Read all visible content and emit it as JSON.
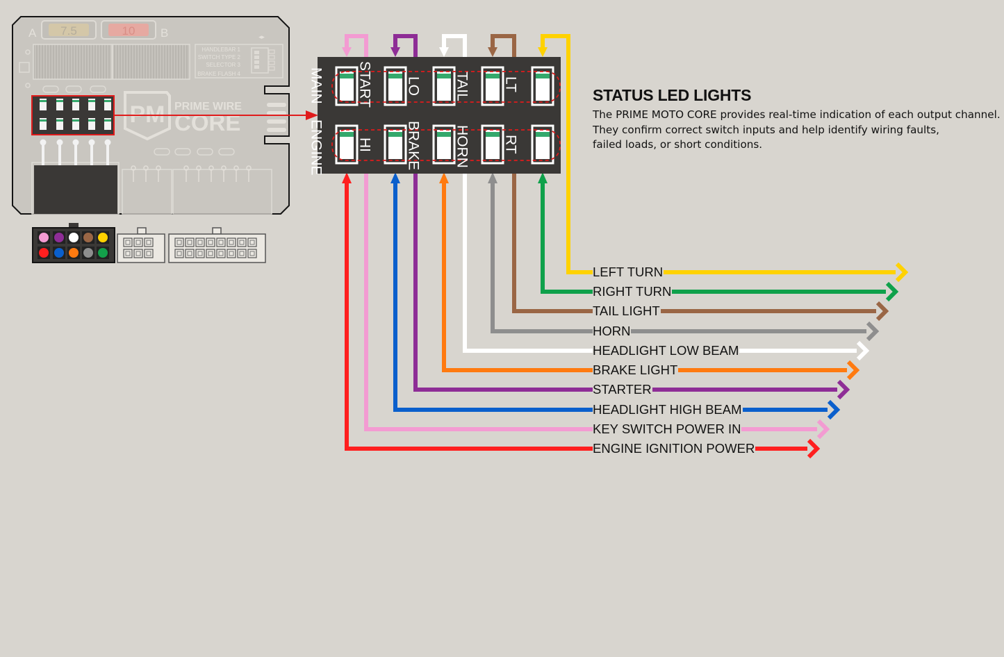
{
  "device": {
    "fuses": [
      "7.5",
      "10"
    ],
    "side_labels": [
      "A",
      "B"
    ],
    "arrows_glyph": "◂▸",
    "switch_settings": [
      "HANDLEBAR 1",
      "SWITCH TYPE 2",
      "SELECTOR 3",
      "BRAKE FLASH 4"
    ],
    "logo_mark": "PM",
    "logo_top": "PRIME WIRE",
    "logo_bottom": "CORE"
  },
  "led_panel": {
    "top_row": [
      "MAIN",
      "START",
      "LO",
      "TAIL",
      "LT"
    ],
    "bottom_row": [
      "ENGINE",
      "HI",
      "BRAKE",
      "HORN",
      "RT"
    ]
  },
  "status": {
    "title": "STATUS LED LIGHTS",
    "lines": [
      "The PRIME MOTO CORE provides real-time indication of each output channel.",
      "They confirm correct switch inputs and help identify wiring faults,",
      "failed loads, or short conditions."
    ]
  },
  "connector_pins": {
    "top": [
      "#f39bd2",
      "#8e2d96",
      "#ffffff",
      "#9a6645",
      "#ffd200"
    ],
    "bottom": [
      "#ff1f1f",
      "#0a5fcc",
      "#ff7a10",
      "#8e8e8e",
      "#13a04a"
    ]
  },
  "wires": [
    {
      "label": "LEFT TURN",
      "color": "#ffd200"
    },
    {
      "label": "RIGHT TURN",
      "color": "#0fa14b"
    },
    {
      "label": "TAIL LIGHT",
      "color": "#9a6645"
    },
    {
      "label": "HORN",
      "color": "#8e8e8e"
    },
    {
      "label": "HEADLIGHT LOW BEAM",
      "color": "#ffffff"
    },
    {
      "label": "BRAKE LIGHT",
      "color": "#ff7a10"
    },
    {
      "label": "STARTER",
      "color": "#8e2d96"
    },
    {
      "label": "HEADLIGHT HIGH BEAM",
      "color": "#0a5fcc"
    },
    {
      "label": "KEY SWITCH POWER IN",
      "color": "#f39bd2"
    },
    {
      "label": "ENGINE IGNITION POWER",
      "color": "#ff1f1f"
    }
  ],
  "colors": {
    "background": "#d8d5cf",
    "panel": "#3a3836",
    "callout": "#e01b1b",
    "led": "#34a86c"
  }
}
